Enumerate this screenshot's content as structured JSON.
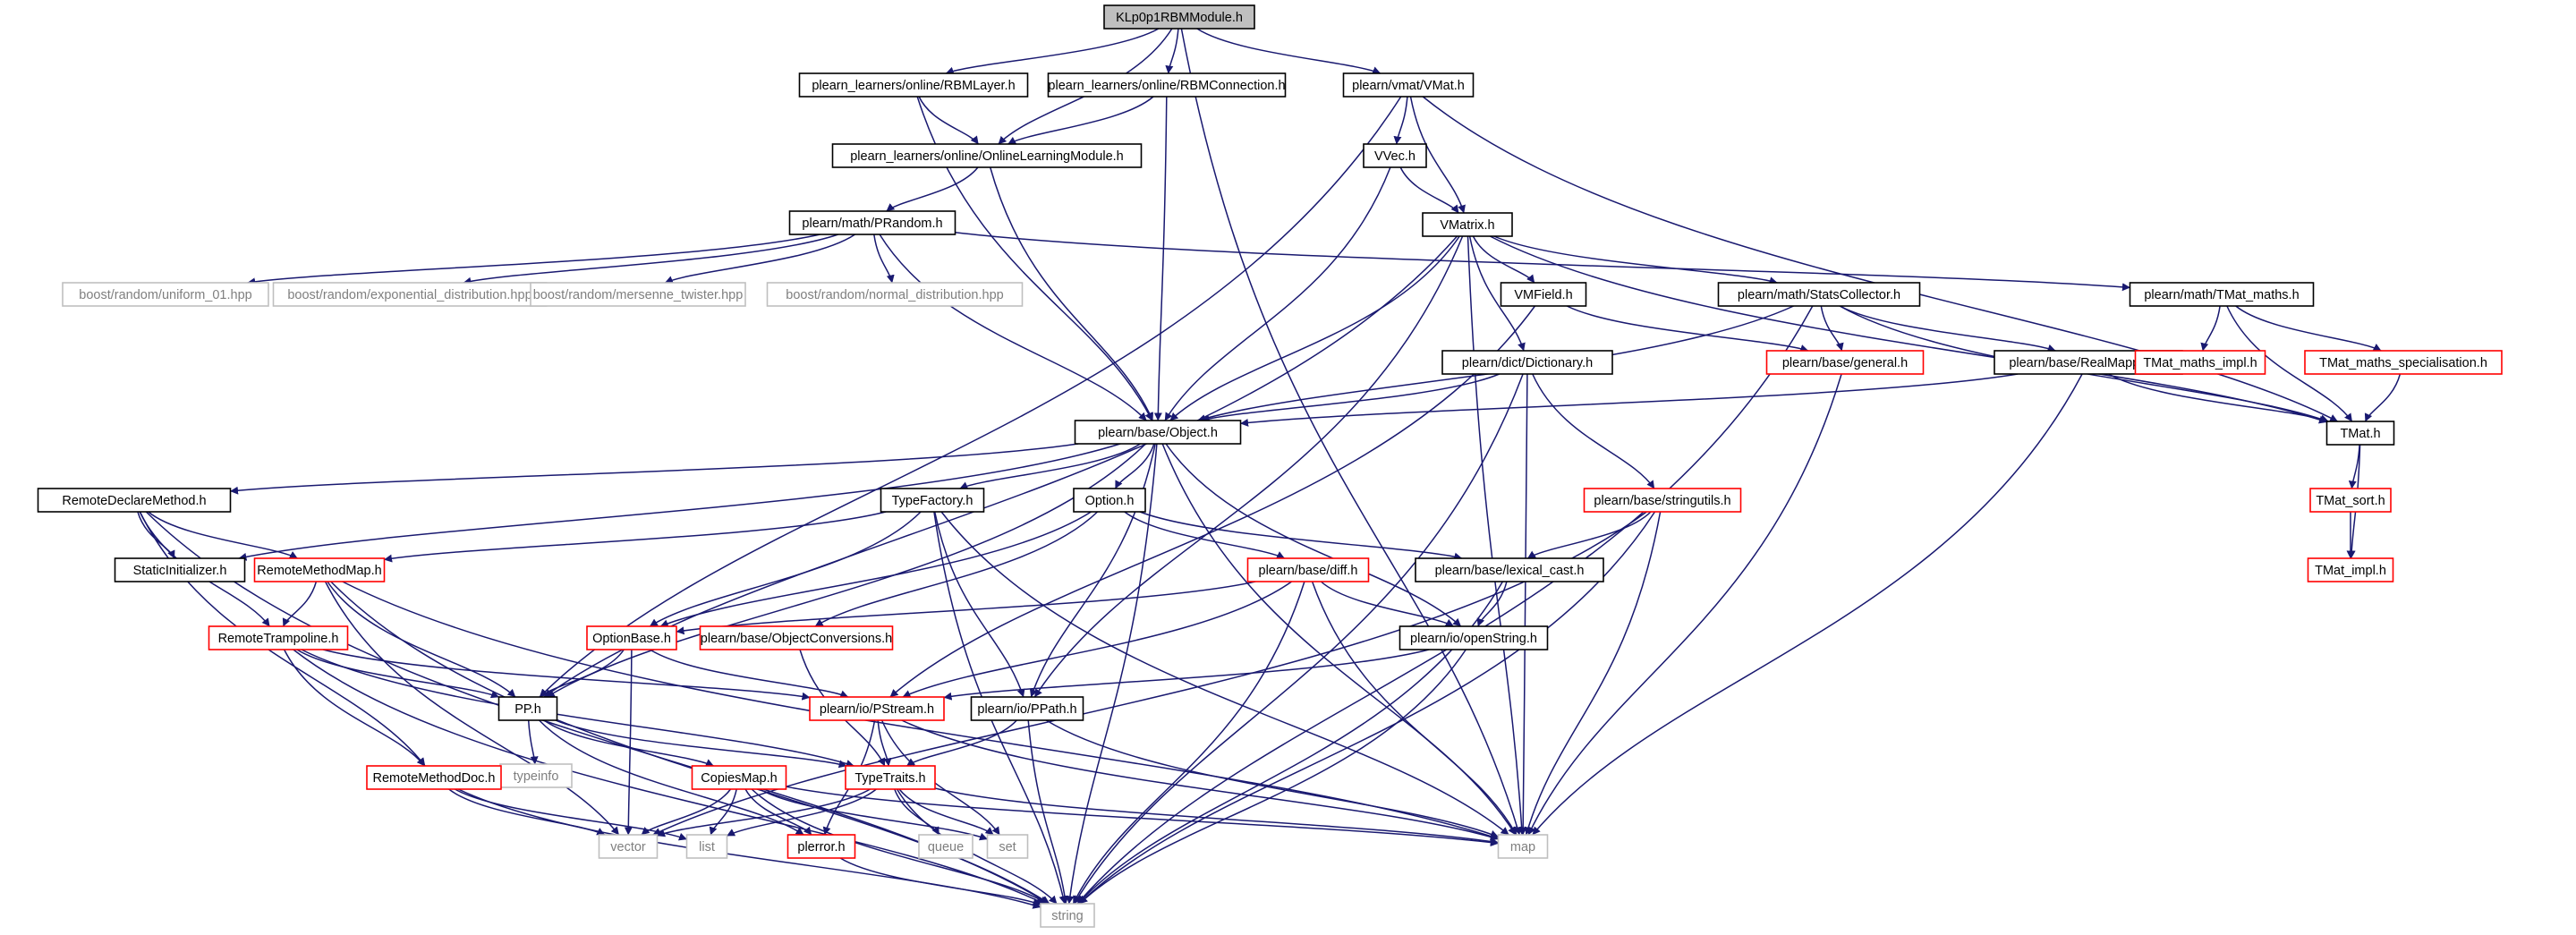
{
  "colors": {
    "edge": "#191970",
    "text_normal": "#000000",
    "text_grey": "#7f7f7f",
    "border_normal": "#000000",
    "border_red": "#ff0000",
    "border_grey": "#bfbfbf",
    "root_fill": "#bfbfbf",
    "fill": "#ffffff"
  },
  "nodes": [
    {
      "id": "root",
      "label": "KLp0p1RBMModule.h",
      "style": "root"
    },
    {
      "id": "rbmlayer",
      "label": "plearn_learners/online/RBMLayer.h",
      "style": "normal"
    },
    {
      "id": "rbmconn",
      "label": "plearn_learners/online/RBMConnection.h",
      "style": "normal"
    },
    {
      "id": "vmat",
      "label": "plearn/vmat/VMat.h",
      "style": "normal"
    },
    {
      "id": "olm",
      "label": "plearn_learners/online/OnlineLearningModule.h",
      "style": "normal"
    },
    {
      "id": "vvec",
      "label": "VVec.h",
      "style": "normal"
    },
    {
      "id": "prandom",
      "label": "plearn/math/PRandom.h",
      "style": "normal"
    },
    {
      "id": "vmatrix",
      "label": "VMatrix.h",
      "style": "normal"
    },
    {
      "id": "uniform",
      "label": "boost/random/uniform_01.hpp",
      "style": "grey"
    },
    {
      "id": "expo",
      "label": "boost/random/exponential_distribution.hpp",
      "style": "grey"
    },
    {
      "id": "mersenne",
      "label": "boost/random/mersenne_twister.hpp",
      "style": "grey"
    },
    {
      "id": "normaldist",
      "label": "boost/random/normal_distribution.hpp",
      "style": "grey"
    },
    {
      "id": "tmatmaths",
      "label": "plearn/math/TMat_maths.h",
      "style": "normal"
    },
    {
      "id": "vmfield",
      "label": "VMField.h",
      "style": "normal"
    },
    {
      "id": "statscoll",
      "label": "plearn/math/StatsCollector.h",
      "style": "normal"
    },
    {
      "id": "general",
      "label": "plearn/base/general.h",
      "style": "red"
    },
    {
      "id": "realmap",
      "label": "plearn/base/RealMapping.h",
      "style": "normal"
    },
    {
      "id": "dictionary",
      "label": "plearn/dict/Dictionary.h",
      "style": "normal"
    },
    {
      "id": "tmatmathsimpl",
      "label": "TMat_maths_impl.h",
      "style": "red"
    },
    {
      "id": "tmatmathsspec",
      "label": "TMat_maths_specialisation.h",
      "style": "red"
    },
    {
      "id": "object",
      "label": "plearn/base/Object.h",
      "style": "normal"
    },
    {
      "id": "tmat",
      "label": "TMat.h",
      "style": "normal"
    },
    {
      "id": "remotedecl",
      "label": "RemoteDeclareMethod.h",
      "style": "normal"
    },
    {
      "id": "typefactory",
      "label": "TypeFactory.h",
      "style": "normal"
    },
    {
      "id": "option",
      "label": "Option.h",
      "style": "normal"
    },
    {
      "id": "stringutils",
      "label": "plearn/base/stringutils.h",
      "style": "red"
    },
    {
      "id": "tmatsort",
      "label": "TMat_sort.h",
      "style": "red"
    },
    {
      "id": "staticinit",
      "label": "StaticInitializer.h",
      "style": "normal"
    },
    {
      "id": "remotemethodmap",
      "label": "RemoteMethodMap.h",
      "style": "red"
    },
    {
      "id": "diff",
      "label": "plearn/base/diff.h",
      "style": "red"
    },
    {
      "id": "lexicalcast",
      "label": "plearn/base/lexical_cast.h",
      "style": "normal"
    },
    {
      "id": "tmatimpl",
      "label": "TMat_impl.h",
      "style": "red"
    },
    {
      "id": "remotetramp",
      "label": "RemoteTrampoline.h",
      "style": "red"
    },
    {
      "id": "optionbase",
      "label": "OptionBase.h",
      "style": "red"
    },
    {
      "id": "objconv",
      "label": "plearn/base/ObjectConversions.h",
      "style": "red"
    },
    {
      "id": "openstring",
      "label": "plearn/io/openString.h",
      "style": "normal"
    },
    {
      "id": "pp",
      "label": "PP.h",
      "style": "normal"
    },
    {
      "id": "pstream",
      "label": "plearn/io/PStream.h",
      "style": "red"
    },
    {
      "id": "ppath",
      "label": "plearn/io/PPath.h",
      "style": "normal"
    },
    {
      "id": "typeinfo",
      "label": "typeinfo",
      "style": "grey"
    },
    {
      "id": "remotemethoddoc",
      "label": "RemoteMethodDoc.h",
      "style": "red"
    },
    {
      "id": "copiesmap",
      "label": "CopiesMap.h",
      "style": "red"
    },
    {
      "id": "typetraits",
      "label": "TypeTraits.h",
      "style": "red"
    },
    {
      "id": "vector",
      "label": "vector",
      "style": "grey"
    },
    {
      "id": "list",
      "label": "list",
      "style": "grey"
    },
    {
      "id": "perror",
      "label": "plerror.h",
      "style": "red"
    },
    {
      "id": "queue",
      "label": "queue",
      "style": "grey"
    },
    {
      "id": "set",
      "label": "set",
      "style": "grey"
    },
    {
      "id": "map",
      "label": "map",
      "style": "grey"
    },
    {
      "id": "string",
      "label": "string",
      "style": "grey"
    }
  ],
  "edges": [
    [
      "root",
      "rbmlayer"
    ],
    [
      "root",
      "rbmconn"
    ],
    [
      "root",
      "vmat"
    ],
    [
      "root",
      "olm"
    ],
    [
      "root",
      "map"
    ],
    [
      "rbmlayer",
      "olm"
    ],
    [
      "rbmlayer",
      "object"
    ],
    [
      "rbmconn",
      "olm"
    ],
    [
      "rbmconn",
      "object"
    ],
    [
      "vmat",
      "vvec"
    ],
    [
      "vmat",
      "vmatrix"
    ],
    [
      "vmat",
      "tmat"
    ],
    [
      "vmat",
      "pp"
    ],
    [
      "olm",
      "prandom"
    ],
    [
      "olm",
      "object"
    ],
    [
      "vvec",
      "vmatrix"
    ],
    [
      "vvec",
      "object"
    ],
    [
      "prandom",
      "uniform"
    ],
    [
      "prandom",
      "expo"
    ],
    [
      "prandom",
      "mersenne"
    ],
    [
      "prandom",
      "normaldist"
    ],
    [
      "prandom",
      "tmatmaths"
    ],
    [
      "prandom",
      "object"
    ],
    [
      "vmatrix",
      "vmfield"
    ],
    [
      "vmatrix",
      "statscoll"
    ],
    [
      "vmatrix",
      "dictionary"
    ],
    [
      "vmatrix",
      "object"
    ],
    [
      "vmatrix",
      "tmat"
    ],
    [
      "vmatrix",
      "map"
    ],
    [
      "vmatrix",
      "ppath"
    ],
    [
      "vmatrix",
      "pp"
    ],
    [
      "tmatmaths",
      "tmatmathsimpl"
    ],
    [
      "tmatmaths",
      "tmatmathsspec"
    ],
    [
      "tmatmaths",
      "tmat"
    ],
    [
      "vmfield",
      "general"
    ],
    [
      "vmfield",
      "pstream"
    ],
    [
      "statscoll",
      "general"
    ],
    [
      "statscoll",
      "realmap"
    ],
    [
      "statscoll",
      "object"
    ],
    [
      "statscoll",
      "tmat"
    ],
    [
      "statscoll",
      "string"
    ],
    [
      "general",
      "map"
    ],
    [
      "realmap",
      "object"
    ],
    [
      "realmap",
      "tmat"
    ],
    [
      "realmap",
      "map"
    ],
    [
      "dictionary",
      "object"
    ],
    [
      "dictionary",
      "stringutils"
    ],
    [
      "dictionary",
      "map"
    ],
    [
      "dictionary",
      "string"
    ],
    [
      "tmatmathsspec",
      "tmat"
    ],
    [
      "object",
      "remotedecl"
    ],
    [
      "object",
      "typefactory"
    ],
    [
      "object",
      "option"
    ],
    [
      "object",
      "staticinit"
    ],
    [
      "object",
      "pp"
    ],
    [
      "object",
      "ppath"
    ],
    [
      "object",
      "openstring"
    ],
    [
      "object",
      "map"
    ],
    [
      "object",
      "string"
    ],
    [
      "tmat",
      "tmatsort"
    ],
    [
      "tmat",
      "tmatimpl"
    ],
    [
      "tmatsort",
      "tmatimpl"
    ],
    [
      "remotedecl",
      "staticinit"
    ],
    [
      "remotedecl",
      "remotemethodmap"
    ],
    [
      "remotedecl",
      "remotetramp"
    ],
    [
      "remotedecl",
      "remotemethoddoc"
    ],
    [
      "remotedecl",
      "string"
    ],
    [
      "typefactory",
      "remotemethodmap"
    ],
    [
      "typefactory",
      "optionbase"
    ],
    [
      "typefactory",
      "ppath"
    ],
    [
      "typefactory",
      "map"
    ],
    [
      "typefactory",
      "string"
    ],
    [
      "option",
      "optionbase"
    ],
    [
      "option",
      "diff"
    ],
    [
      "option",
      "objconv"
    ],
    [
      "option",
      "lexicalcast"
    ],
    [
      "stringutils",
      "lexicalcast"
    ],
    [
      "stringutils",
      "vector"
    ],
    [
      "stringutils",
      "map"
    ],
    [
      "stringutils",
      "string"
    ],
    [
      "remotemethodmap",
      "remotetramp"
    ],
    [
      "remotemethodmap",
      "pp"
    ],
    [
      "remotemethodmap",
      "map"
    ],
    [
      "remotemethodmap",
      "vector"
    ],
    [
      "remotemethodmap",
      "string"
    ],
    [
      "diff",
      "optionbase"
    ],
    [
      "diff",
      "pstream"
    ],
    [
      "diff",
      "openstring"
    ],
    [
      "diff",
      "map"
    ],
    [
      "diff",
      "string"
    ],
    [
      "lexicalcast",
      "openstring"
    ],
    [
      "lexicalcast",
      "string"
    ],
    [
      "remotetramp",
      "remotemethoddoc"
    ],
    [
      "remotetramp",
      "pp"
    ],
    [
      "remotetramp",
      "pstream"
    ],
    [
      "remotetramp",
      "typetraits"
    ],
    [
      "remotetramp",
      "string"
    ],
    [
      "optionbase",
      "pp"
    ],
    [
      "optionbase",
      "pstream"
    ],
    [
      "optionbase",
      "vector"
    ],
    [
      "objconv",
      "typetraits"
    ],
    [
      "openstring",
      "pstream"
    ],
    [
      "openstring",
      "string"
    ],
    [
      "pp",
      "typeinfo"
    ],
    [
      "pp",
      "copiesmap"
    ],
    [
      "pp",
      "typetraits"
    ],
    [
      "pp",
      "perror"
    ],
    [
      "pstream",
      "typetraits"
    ],
    [
      "pstream",
      "perror"
    ],
    [
      "pstream",
      "set"
    ],
    [
      "pstream",
      "map"
    ],
    [
      "ppath",
      "typetraits"
    ],
    [
      "ppath",
      "map"
    ],
    [
      "ppath",
      "string"
    ],
    [
      "remotemethoddoc",
      "vector"
    ],
    [
      "remotemethoddoc",
      "list"
    ],
    [
      "remotemethoddoc",
      "string"
    ],
    [
      "copiesmap",
      "perror"
    ],
    [
      "copiesmap",
      "vector"
    ],
    [
      "copiesmap",
      "list"
    ],
    [
      "copiesmap",
      "set"
    ],
    [
      "copiesmap",
      "map"
    ],
    [
      "copiesmap",
      "string"
    ],
    [
      "typetraits",
      "vector"
    ],
    [
      "typetraits",
      "list"
    ],
    [
      "typetraits",
      "queue"
    ],
    [
      "typetraits",
      "set"
    ],
    [
      "typetraits",
      "map"
    ],
    [
      "typetraits",
      "string"
    ],
    [
      "perror",
      "string"
    ]
  ]
}
